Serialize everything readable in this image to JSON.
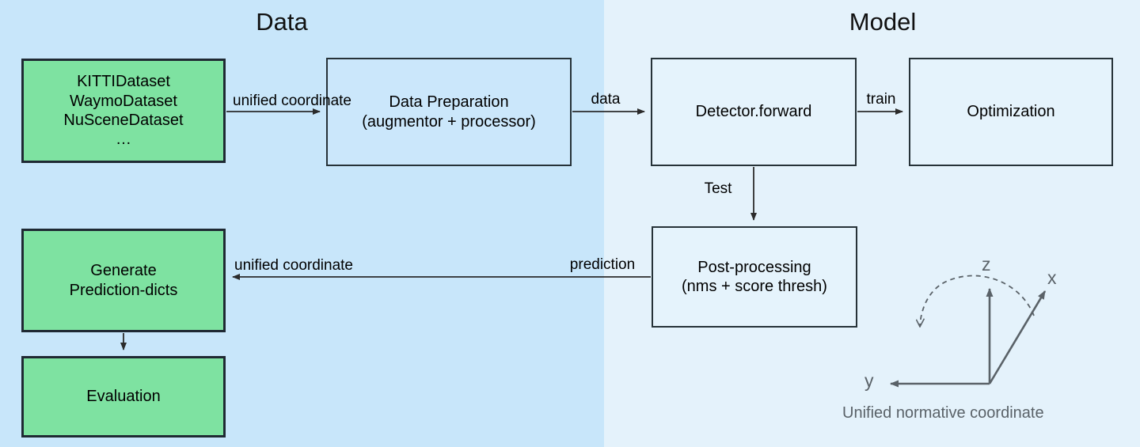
{
  "panels": {
    "data": {
      "title": "Data",
      "bg": "#c8e6fa"
    },
    "model": {
      "title": "Model",
      "bg": "#e4f2fb"
    }
  },
  "nodes": {
    "datasets": {
      "label": "KITTIDataset\nWaymoDataset\nNuSceneDataset\n…",
      "fill": "#7ee2a1"
    },
    "data_preparation": {
      "label": "Data Preparation\n(augmentor + processor)",
      "fill": "#cbe7fb"
    },
    "detector_forward": {
      "label": "Detector.forward",
      "fill": "#e5f3fc"
    },
    "optimization": {
      "label": "Optimization",
      "fill": "#e5f3fc"
    },
    "post_processing": {
      "label": "Post-processing\n(nms + score thresh)",
      "fill": "#e5f3fc"
    },
    "generate_prediction_dicts": {
      "label": "Generate\nPrediction-dicts",
      "fill": "#7ee2a1"
    },
    "evaluation": {
      "label": "Evaluation",
      "fill": "#7ee2a1"
    }
  },
  "edge_labels": {
    "unified_coordinate_top": "unified\ncoordinate",
    "data": "data",
    "train": "train",
    "test": "Test",
    "prediction": "prediction",
    "unified_coordinate_bottom": "unified\ncoordinate"
  },
  "coordinate_widget": {
    "axis_z": "z",
    "axis_x": "x",
    "axis_y": "y",
    "caption": "Unified normative coordinate",
    "stroke": "#5a6268"
  }
}
